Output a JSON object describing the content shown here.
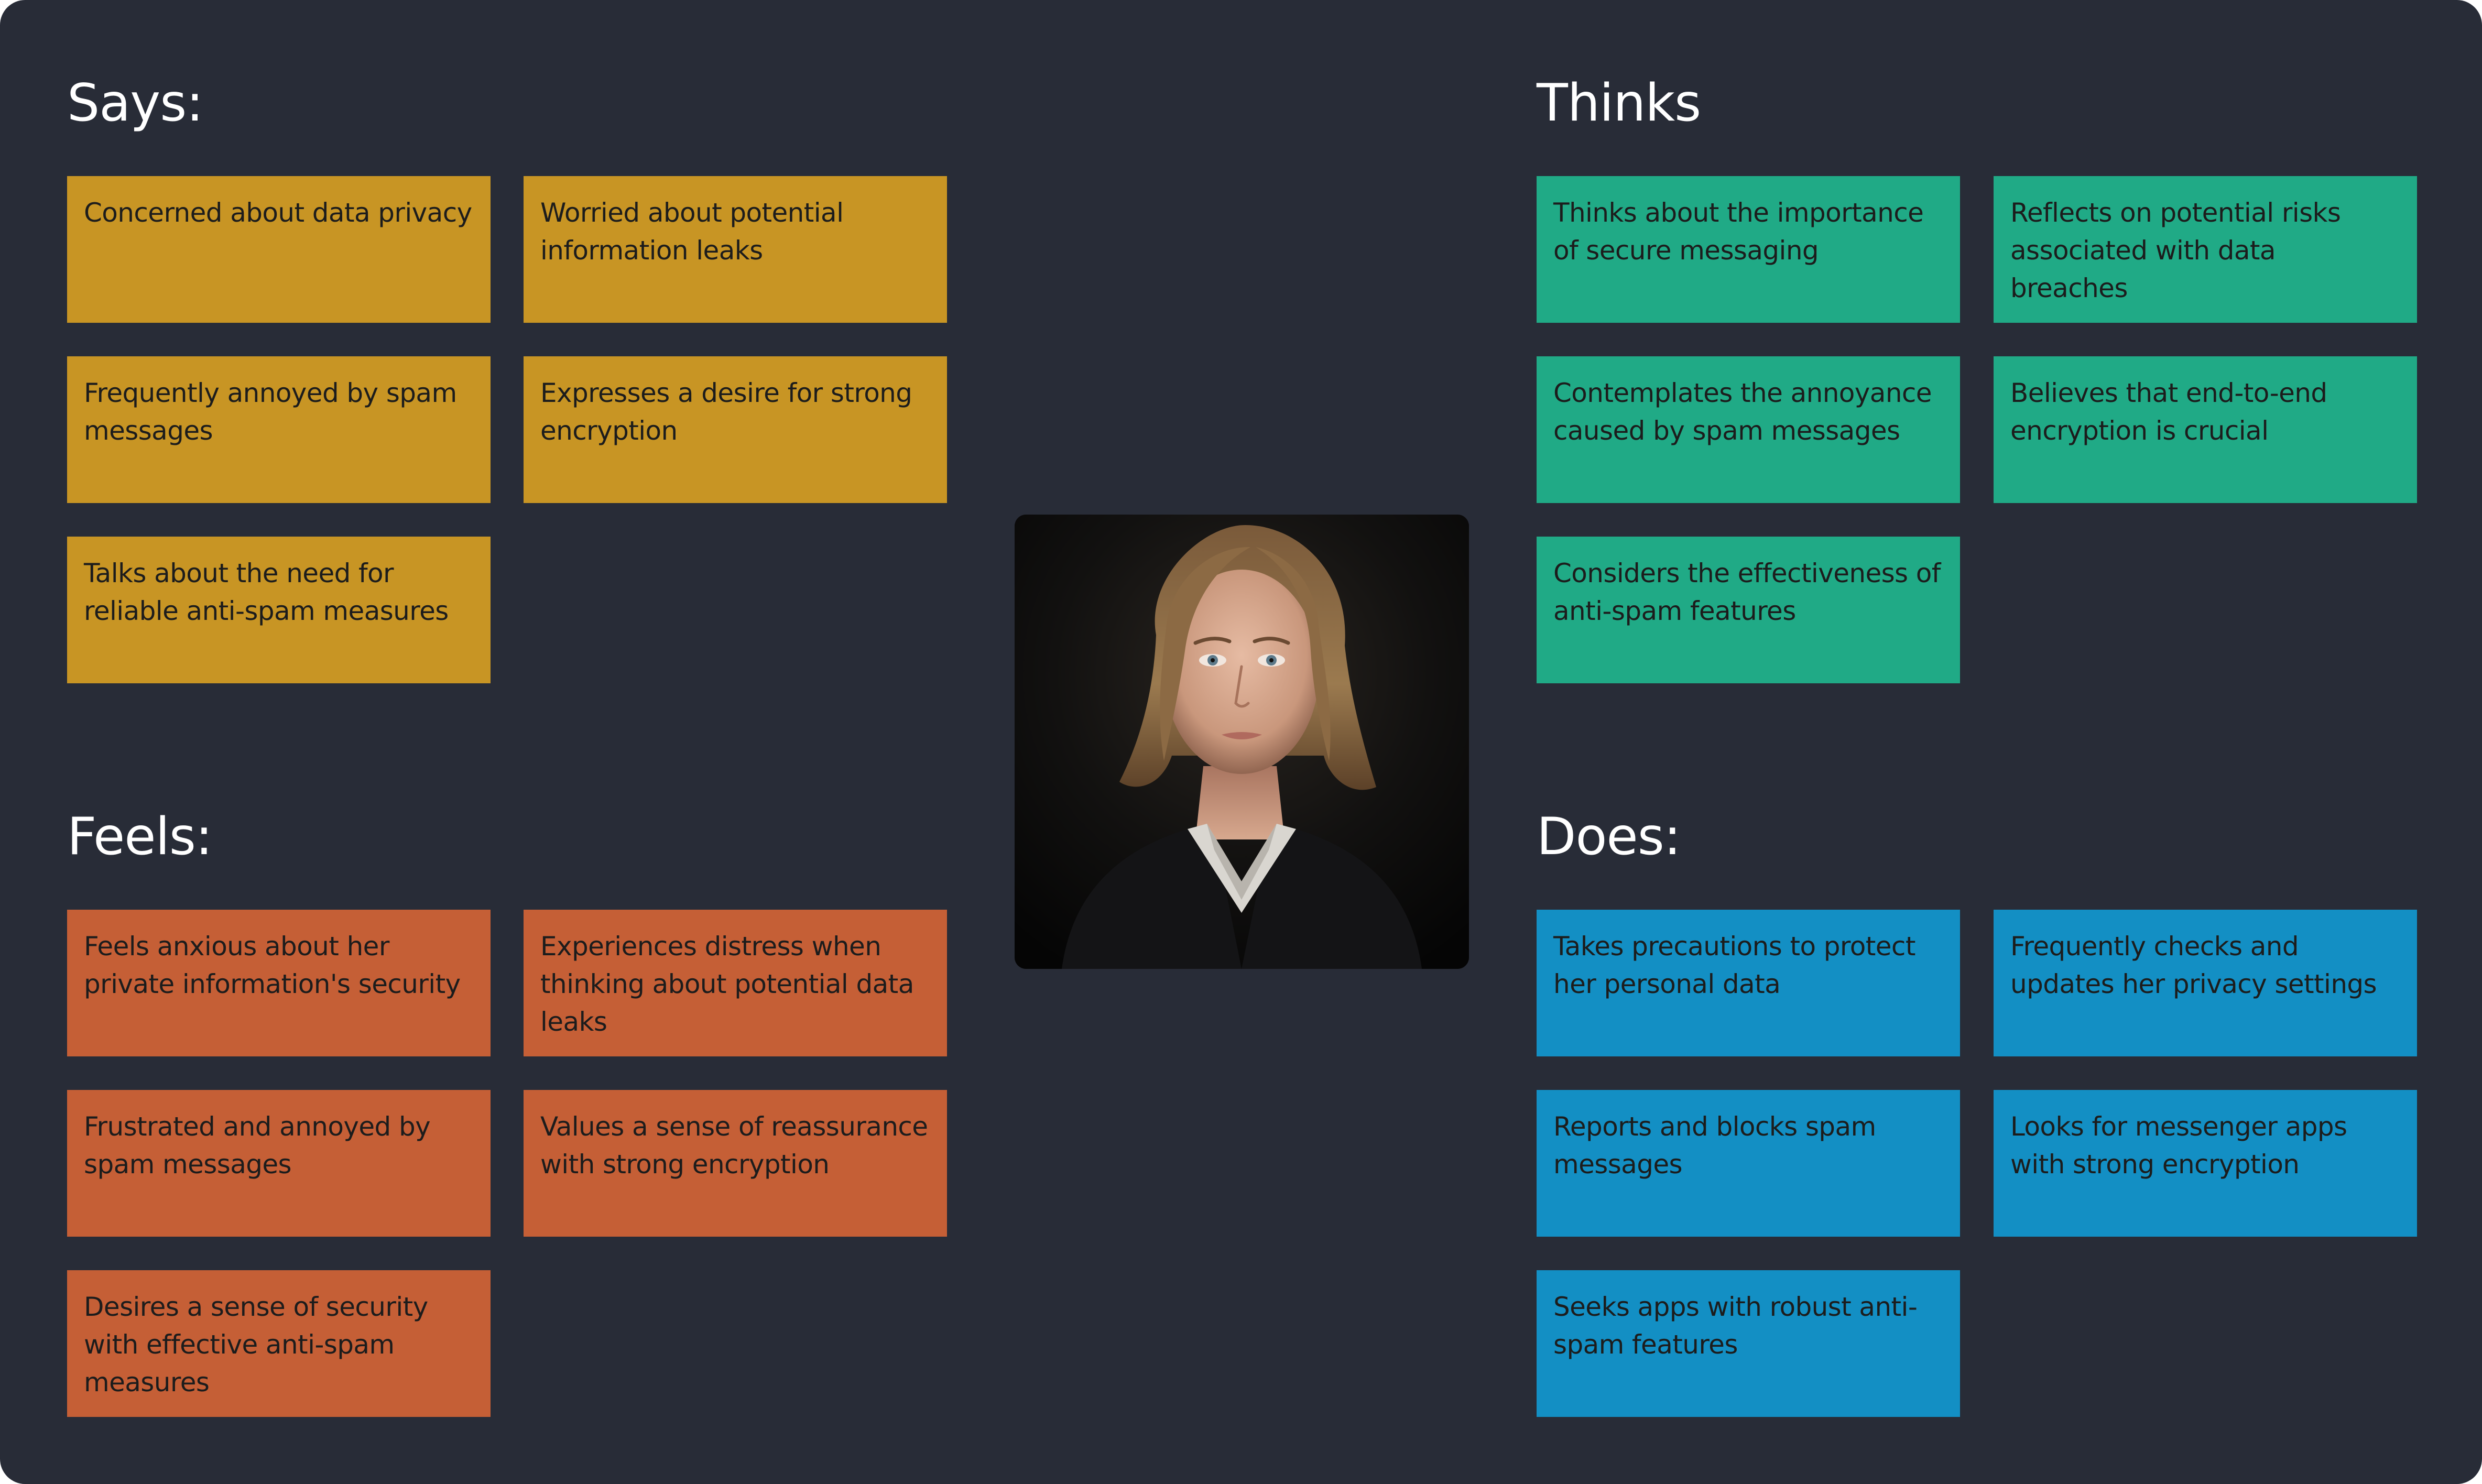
{
  "quadrants": {
    "says": {
      "title": "Says:",
      "color": "#c89524",
      "notes": [
        "Concerned about data privacy",
        "Worried about potential information leaks",
        "Frequently annoyed by spam messages",
        "Expresses a desire for strong encryption",
        "Talks about the need for reliable anti-spam measures"
      ]
    },
    "thinks": {
      "title": "Thinks",
      "color": "#20aa86",
      "notes": [
        "Thinks about the importance of secure messaging",
        "Reflects on potential risks associated with data breaches",
        "Contemplates the annoyance caused by spam messages",
        "Believes that end-to-end encryption is crucial",
        "Considers the effectiveness of anti-spam features"
      ]
    },
    "feels": {
      "title": "Feels:",
      "color": "#c55f36",
      "notes": [
        "Feels anxious about her private information's security",
        "Experiences distress when thinking about potential data leaks",
        "Frustrated and annoyed by spam messages",
        "Values a sense of reassurance with strong encryption",
        "Desires a sense of security with effective anti-spam measures"
      ]
    },
    "does": {
      "title": "Does:",
      "color": "#138fc4",
      "notes": [
        "Takes precautions to protect her personal data",
        "Frequently checks and updates her privacy settings",
        "Reports and blocks spam messages",
        "Looks for messenger apps with strong encryption",
        "Seeks apps with robust anti-spam features"
      ]
    }
  },
  "portrait": {
    "icon": "persona-photo",
    "background_color": "#0a0a0b"
  }
}
